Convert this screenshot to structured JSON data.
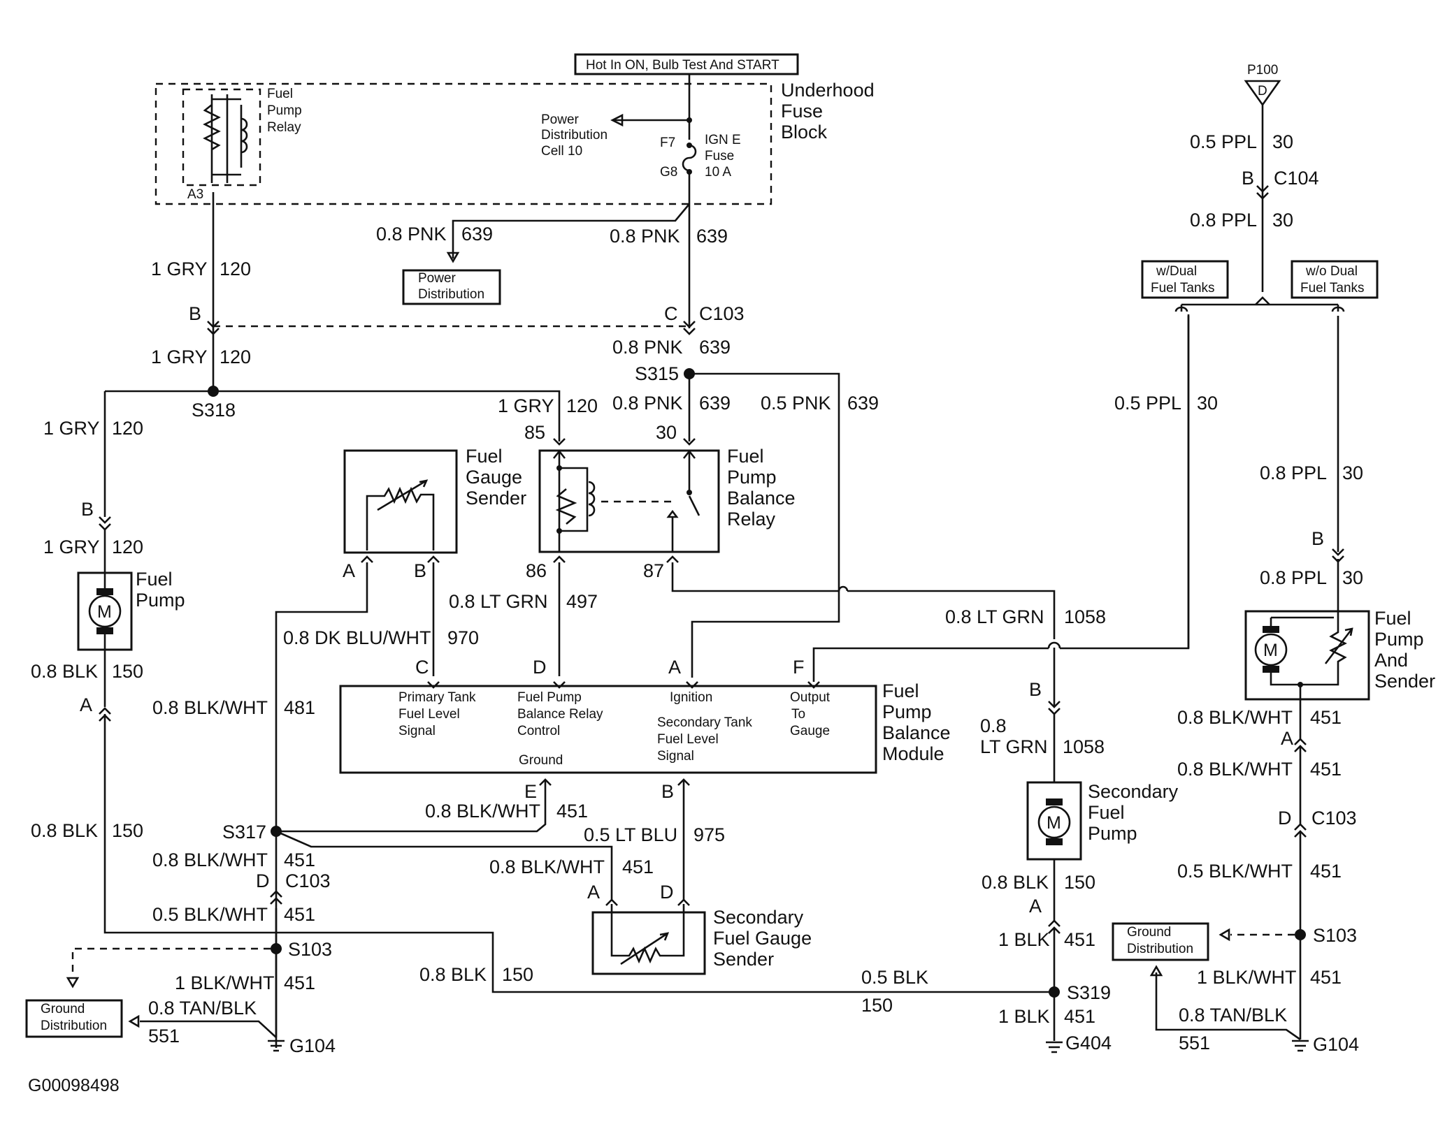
{
  "hot_label": "Hot In ON, Bulb Test And START",
  "ufb": {
    "title1": "Underhood",
    "title2": "Fuse",
    "title3": "Block",
    "relay1": "Fuel",
    "relay2": "Pump",
    "relay3": "Relay",
    "pin_a3": "A3",
    "pdc1": "Power",
    "pdc2": "Distribution",
    "pdc3": "Cell 10",
    "f7": "F7",
    "g8": "G8",
    "fuse1": "IGN E",
    "fuse2": "Fuse",
    "fuse3": "10 A"
  },
  "power_dist": {
    "l1": "Power",
    "l2": "Distribution"
  },
  "p100": {
    "name": "P100",
    "pin": "D"
  },
  "wires": {
    "pnk08": "0.8 PNK",
    "n639": "639",
    "pnk05": "0.5 PNK",
    "gry1": "1 GRY",
    "n120": "120",
    "ppl05": "0.5 PPL",
    "ppl08": "0.8 PPL",
    "n30": "30",
    "blk08": "0.8 BLK",
    "n150": "150",
    "blk05": "0.5 BLK",
    "blk1": "1 BLK",
    "ltgrn08": "0.8 LT GRN",
    "n497": "497",
    "n1058": "1058",
    "w08": "0.8",
    "ltgrn": "LT GRN",
    "dkbluwht": "0.8 DK BLU/WHT",
    "n970": "970",
    "blkwht08": "0.8 BLK/WHT",
    "blkwht05": "0.5 BLK/WHT",
    "blkwht1": "1 BLK/WHT",
    "n481": "481",
    "n451": "451",
    "ltblu05": "0.5 LT BLU",
    "n975": "975",
    "tanblk": "0.8 TAN/BLK",
    "n551": "551"
  },
  "pins": {
    "a": "A",
    "b": "B",
    "c": "C",
    "d": "D",
    "e": "E",
    "f": "F",
    "p85": "85",
    "p86": "86",
    "p87": "87",
    "p30": "30"
  },
  "connectors": {
    "c103": "C103",
    "c104": "C104"
  },
  "splices": {
    "s315": "S315",
    "s318": "S318",
    "s317": "S317",
    "s103": "S103",
    "s319": "S319"
  },
  "grounds": {
    "g104": "G104",
    "g404": "G404"
  },
  "options": {
    "dual1": "w/Dual",
    "dual2": "Fuel Tanks",
    "nodual1": "w/o Dual",
    "nodual2": "Fuel Tanks"
  },
  "components": {
    "fuel_pump1": "Fuel",
    "fuel_pump2": "Pump",
    "fgs1": "Fuel",
    "fgs2": "Gauge",
    "fgs3": "Sender",
    "fpbr1": "Fuel",
    "fpbr2": "Pump",
    "fpbr3": "Balance",
    "fpbr4": "Relay",
    "fpbm1": "Fuel",
    "fpbm2": "Pump",
    "fpbm3": "Balance",
    "fpbm4": "Module",
    "sfp1": "Secondary",
    "sfp2": "Fuel",
    "sfp3": "Pump",
    "sfgs1": "Secondary",
    "sfgs2": "Fuel Gauge",
    "sfgs3": "Sender",
    "fpas1": "Fuel",
    "fpas2": "Pump",
    "fpas3": "And",
    "fpas4": "Sender",
    "motor": "M"
  },
  "module_pins": {
    "c1": "Primary Tank",
    "c2": "Fuel Level",
    "c3": "Signal",
    "d1": "Fuel Pump",
    "d2": "Balance Relay",
    "d3": "Control",
    "a1": "Ignition",
    "b1": "Secondary Tank",
    "b2": "Fuel Level",
    "b3": "Signal",
    "e1": "Ground",
    "f1": "Output",
    "f2": "To",
    "f3": "Gauge"
  },
  "ground_dist": {
    "l1": "Ground",
    "l2": "Distribution"
  },
  "figure_id": "G00098498"
}
